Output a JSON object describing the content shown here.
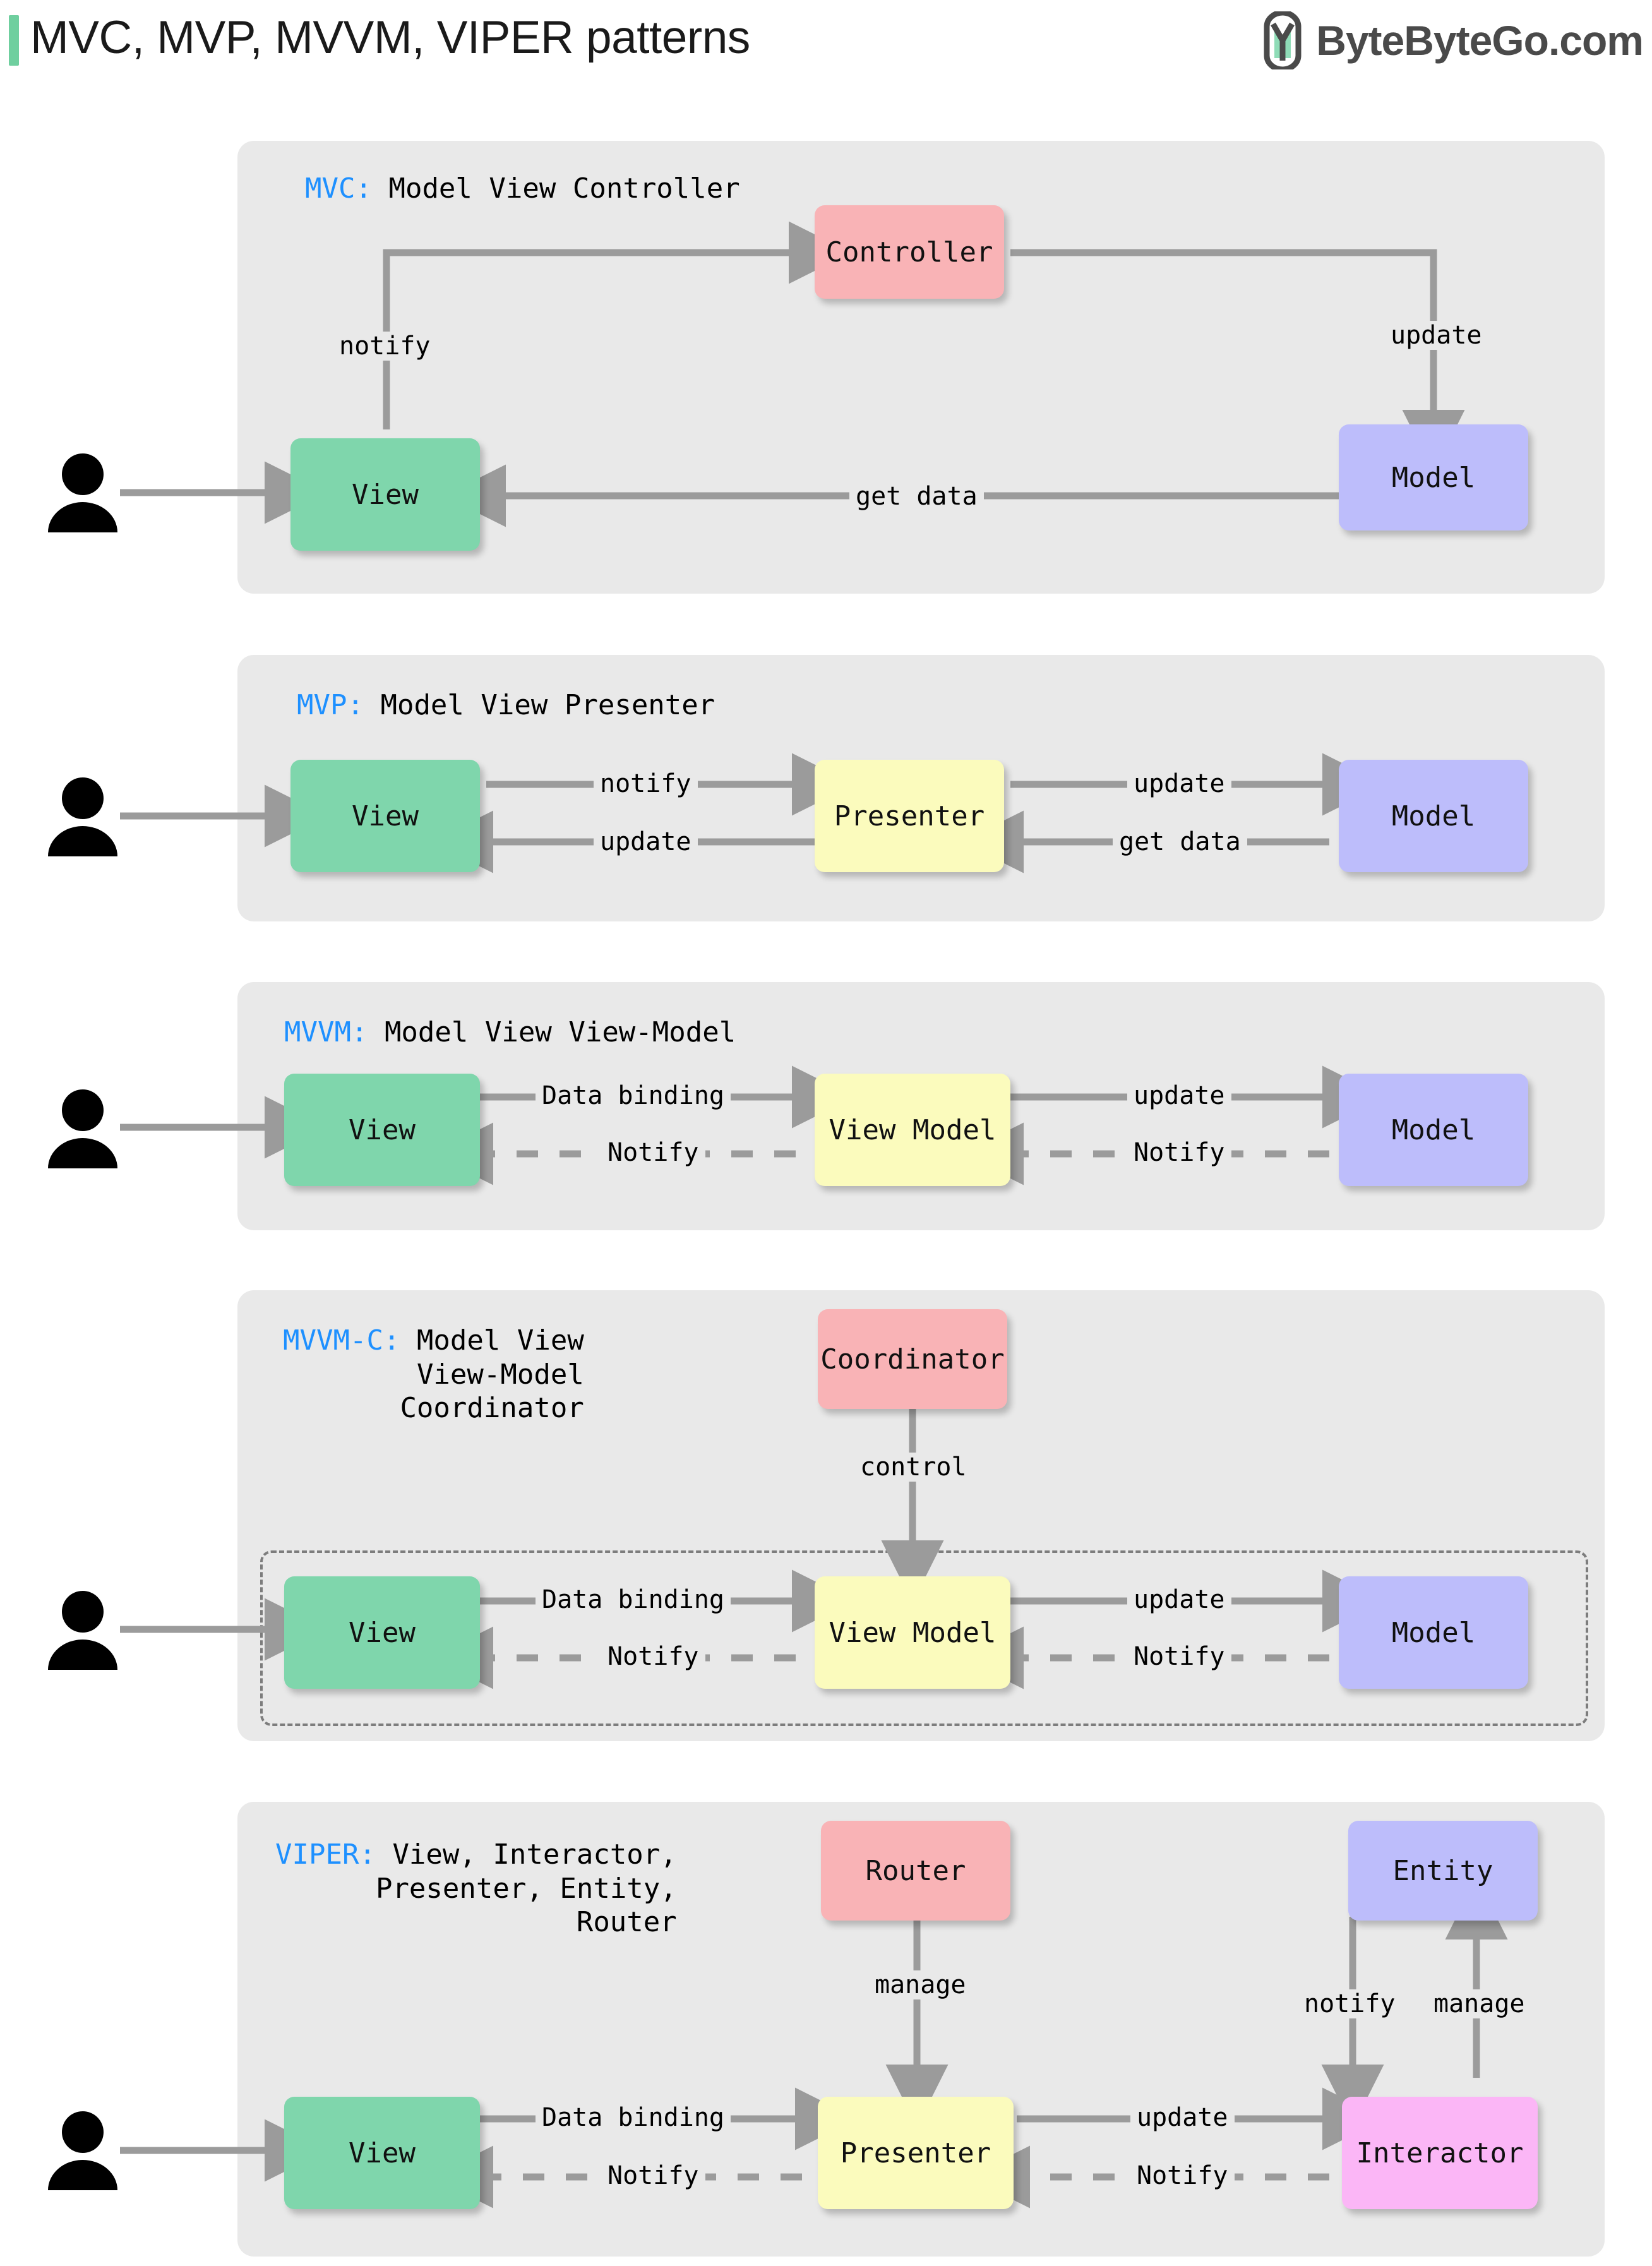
{
  "header": {
    "title": "MVC, MVP, MVVM, VIPER patterns",
    "brand": "ByteByteGo.com",
    "brand_icon": "bytebytego-logo-icon",
    "accent_color": "#6fcf9f"
  },
  "colors": {
    "panel_bg": "#e9e9e9",
    "view": "#7fd6ac",
    "controller": "#f9b3b6",
    "model": "#bdbdfb",
    "presenter": "#fbfbbd",
    "interactor": "#fbb6f6",
    "acronym": "#1e90ff",
    "arrow": "#9b9b9b"
  },
  "sections": [
    {
      "id": "mvc",
      "acronym": "MVC:",
      "expansion": " Model View Controller",
      "nodes": [
        {
          "name": "view",
          "label": "View",
          "color": "view"
        },
        {
          "name": "controller",
          "label": "Controller",
          "color": "controller"
        },
        {
          "name": "model",
          "label": "Model",
          "color": "model"
        }
      ],
      "edges": [
        {
          "from": "user",
          "to": "view",
          "label": "",
          "style": "solid"
        },
        {
          "from": "view",
          "to": "controller",
          "label": "notify",
          "style": "solid"
        },
        {
          "from": "controller",
          "to": "model",
          "label": "update",
          "style": "solid"
        },
        {
          "from": "model",
          "to": "view",
          "label": "get data",
          "style": "solid"
        }
      ]
    },
    {
      "id": "mvp",
      "acronym": "MVP:",
      "expansion": " Model View Presenter",
      "nodes": [
        {
          "name": "view",
          "label": "View",
          "color": "view"
        },
        {
          "name": "presenter",
          "label": "Presenter",
          "color": "presenter"
        },
        {
          "name": "model",
          "label": "Model",
          "color": "model"
        }
      ],
      "edges": [
        {
          "from": "user",
          "to": "view",
          "label": "",
          "style": "solid"
        },
        {
          "from": "view",
          "to": "presenter",
          "label": "notify",
          "style": "solid"
        },
        {
          "from": "presenter",
          "to": "view",
          "label": "update",
          "style": "solid"
        },
        {
          "from": "presenter",
          "to": "model",
          "label": "update",
          "style": "solid"
        },
        {
          "from": "model",
          "to": "presenter",
          "label": "get data",
          "style": "solid"
        }
      ]
    },
    {
      "id": "mvvm",
      "acronym": "MVVM:",
      "expansion": " Model View View-Model",
      "nodes": [
        {
          "name": "view",
          "label": "View",
          "color": "view"
        },
        {
          "name": "view-model",
          "label": "View Model",
          "color": "presenter"
        },
        {
          "name": "model",
          "label": "Model",
          "color": "model"
        }
      ],
      "edges": [
        {
          "from": "user",
          "to": "view",
          "label": "",
          "style": "solid"
        },
        {
          "from": "view",
          "to": "view-model",
          "label": "Data binding",
          "style": "solid"
        },
        {
          "from": "view-model",
          "to": "view",
          "label": "Notify",
          "style": "dashed"
        },
        {
          "from": "view-model",
          "to": "model",
          "label": "update",
          "style": "solid"
        },
        {
          "from": "model",
          "to": "view-model",
          "label": "Notify",
          "style": "dashed"
        }
      ]
    },
    {
      "id": "mvvmc",
      "acronym": "MVVM-C:",
      "expansion": " Model View",
      "expansion_line2": "View-Model",
      "expansion_line3": "Coordinator",
      "nodes": [
        {
          "name": "coordinator",
          "label": "Coordinator",
          "color": "controller"
        },
        {
          "name": "view",
          "label": "View",
          "color": "view"
        },
        {
          "name": "view-model",
          "label": "View Model",
          "color": "presenter"
        },
        {
          "name": "model",
          "label": "Model",
          "color": "model"
        }
      ],
      "edges": [
        {
          "from": "coordinator",
          "to": "group",
          "label": "control",
          "style": "solid"
        },
        {
          "from": "user",
          "to": "view",
          "label": "",
          "style": "solid"
        },
        {
          "from": "view",
          "to": "view-model",
          "label": "Data binding",
          "style": "solid"
        },
        {
          "from": "view-model",
          "to": "view",
          "label": "Notify",
          "style": "dashed"
        },
        {
          "from": "view-model",
          "to": "model",
          "label": "update",
          "style": "solid"
        },
        {
          "from": "model",
          "to": "view-model",
          "label": "Notify",
          "style": "dashed"
        }
      ]
    },
    {
      "id": "viper",
      "acronym": "VIPER:",
      "expansion": " View, Interactor,",
      "expansion_line2": "Presenter, Entity,",
      "expansion_line3": "Router",
      "nodes": [
        {
          "name": "router",
          "label": "Router",
          "color": "controller"
        },
        {
          "name": "entity",
          "label": "Entity",
          "color": "model"
        },
        {
          "name": "view",
          "label": "View",
          "color": "view"
        },
        {
          "name": "presenter",
          "label": "Presenter",
          "color": "presenter"
        },
        {
          "name": "interactor",
          "label": "Interactor",
          "color": "interactor"
        }
      ],
      "edges": [
        {
          "from": "router",
          "to": "presenter",
          "label": "manage",
          "style": "solid"
        },
        {
          "from": "entity",
          "to": "interactor",
          "label": "notify",
          "style": "solid"
        },
        {
          "from": "interactor",
          "to": "entity",
          "label": "manage",
          "style": "solid"
        },
        {
          "from": "user",
          "to": "view",
          "label": "",
          "style": "solid"
        },
        {
          "from": "view",
          "to": "presenter",
          "label": "Data binding",
          "style": "solid"
        },
        {
          "from": "presenter",
          "to": "view",
          "label": "Notify",
          "style": "dashed"
        },
        {
          "from": "presenter",
          "to": "interactor",
          "label": "update",
          "style": "solid"
        },
        {
          "from": "interactor",
          "to": "presenter",
          "label": "Notify",
          "style": "dashed"
        }
      ]
    }
  ],
  "labels": {
    "mvc_notify": "notify",
    "mvc_update": "update",
    "mvc_getdata": "get data",
    "mvp_notify": "notify",
    "mvp_update_left": "update",
    "mvp_update_right": "update",
    "mvp_getdata": "get data",
    "mvvm_databinding": "Data binding",
    "mvvm_notify_left": "Notify",
    "mvvm_update": "update",
    "mvvm_notify_right": "Notify",
    "mvvmc_control": "control",
    "mvvmc_databinding": "Data binding",
    "mvvmc_notify_left": "Notify",
    "mvvmc_update": "update",
    "mvvmc_notify_right": "Notify",
    "viper_manage_router": "manage",
    "viper_notify_entity": "notify",
    "viper_manage_entity": "manage",
    "viper_databinding": "Data binding",
    "viper_notify_left": "Notify",
    "viper_update": "update",
    "viper_notify_right": "Notify"
  },
  "nodes_text": {
    "mvc_view": "View",
    "mvc_controller": "Controller",
    "mvc_model": "Model",
    "mvp_view": "View",
    "mvp_presenter": "Presenter",
    "mvp_model": "Model",
    "mvvm_view": "View",
    "mvvm_viewmodel": "View Model",
    "mvvm_model": "Model",
    "mvvmc_coordinator": "Coordinator",
    "mvvmc_view": "View",
    "mvvmc_viewmodel": "View Model",
    "mvvmc_model": "Model",
    "viper_router": "Router",
    "viper_entity": "Entity",
    "viper_view": "View",
    "viper_presenter": "Presenter",
    "viper_interactor": "Interactor"
  }
}
